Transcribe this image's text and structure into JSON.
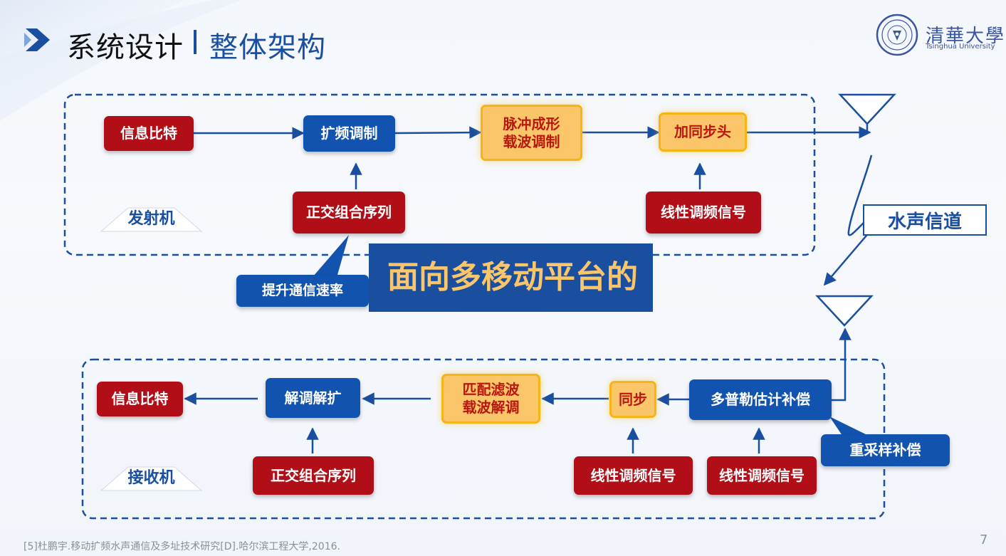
{
  "header": {
    "title": "系统设计",
    "subtitle": "整体架构",
    "logo_cn": "清華大學",
    "logo_en": "Tsinghua University"
  },
  "transmitter": {
    "label": "发射机",
    "info_bits": "信息比特",
    "spread_mod": "扩频调制",
    "pulse_shaping": "脉冲成形\n载波调制",
    "add_sync_header": "加同步头",
    "orthogonal_seq": "正交组合序列",
    "lfm_signal": "线性调频信号"
  },
  "callouts": {
    "rate_boost": "提升通信速率",
    "resample": "重采样补偿"
  },
  "banner_text": "面向多移动平台的",
  "channel_label": "水声信道",
  "receiver": {
    "label": "接收机",
    "info_bits": "信息比特",
    "despread": "解调解扩",
    "matched_filter": "匹配滤波\n载波解调",
    "sync": "同步",
    "doppler": "多普勒估计补偿",
    "orthogonal_seq": "正交组合序列",
    "lfm_signal_1": "线性调频信号",
    "lfm_signal_2": "线性调频信号"
  },
  "colors": {
    "red": "#b10e18",
    "blue": "#1253b0",
    "orange": "#fbc56a",
    "accent": "#1a4fa0"
  },
  "footnote": "[5]杜鹏宇.移动扩频水声通信及多址技术研究[D].哈尔滨工程大学,2016.",
  "page_number": "7"
}
